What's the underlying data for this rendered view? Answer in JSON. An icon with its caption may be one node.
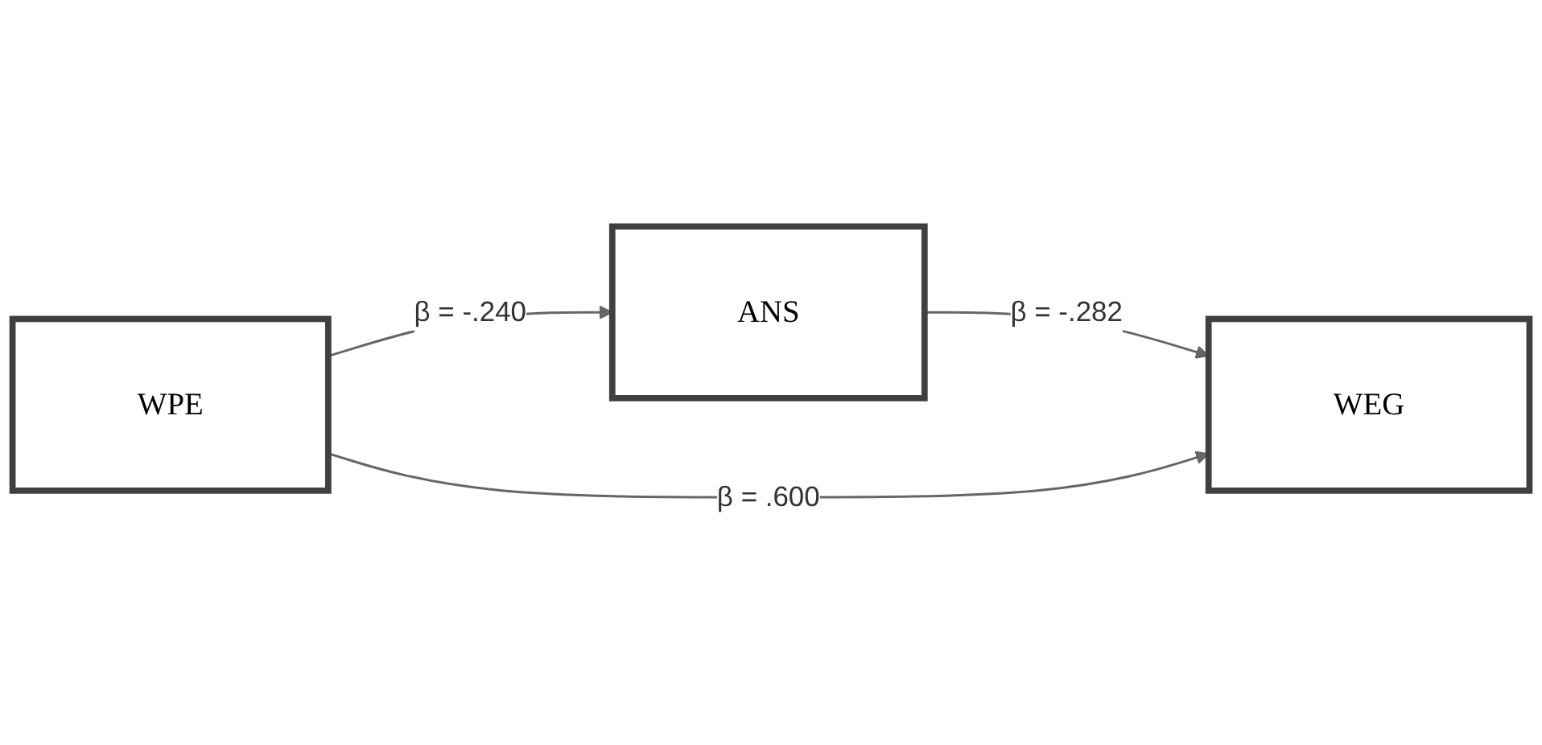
{
  "diagram": {
    "nodes": [
      {
        "text": [
          "ANS"
        ]
      },
      {
        "text": [
          "WPE"
        ]
      },
      {
        "text": [
          "WEG"
        ]
      }
    ],
    "edges": [
      {
        "from": 1,
        "to": 0,
        "arrow": "to",
        "label": "β = -.240"
      },
      {
        "from": 0,
        "to": 2,
        "arrow": "to",
        "label": "β = -.282"
      },
      {
        "from": 1,
        "to": 2,
        "arrow": "to",
        "label": "β = .600"
      }
    ]
  }
}
